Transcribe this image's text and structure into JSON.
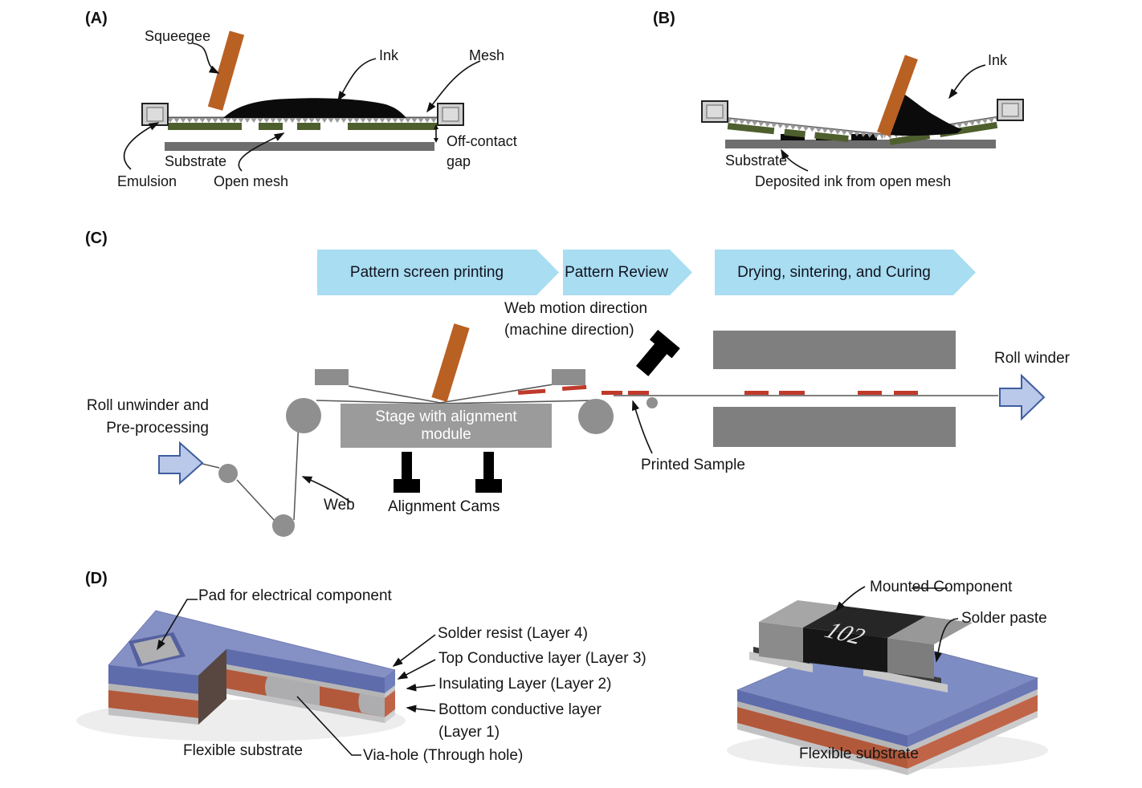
{
  "figure": {
    "panel_a": {
      "tag": "(A)",
      "labels": {
        "squeegee": "Squeegee",
        "ink": "Ink",
        "mesh": "Mesh",
        "substrate": "Substrate",
        "emulsion": "Emulsion",
        "open_mesh": "Open mesh",
        "off_contact_line1": "Off-contact",
        "off_contact_line2": "gap"
      }
    },
    "panel_b": {
      "tag": "(B)",
      "labels": {
        "ink": "Ink",
        "substrate": "Substrate",
        "deposited_ink": "Deposited ink from open mesh"
      }
    },
    "panel_c": {
      "tag": "(C)",
      "process_steps": [
        {
          "label": "Pattern screen printing"
        },
        {
          "label": "Pattern Review"
        },
        {
          "label": "Drying, sintering, and Curing"
        }
      ],
      "labels": {
        "web_motion_line1": "Web motion direction",
        "web_motion_line2": "(machine direction)",
        "roll_unwinder_line1": "Roll unwinder and",
        "roll_unwinder_line2": "Pre-processing",
        "stage_line1": "Stage with alignment",
        "stage_line2": "module",
        "web": "Web",
        "alignment_cams": "Alignment Cams",
        "printed_sample": "Printed Sample",
        "roll_winder": "Roll winder"
      }
    },
    "panel_d": {
      "tag": "(D)",
      "left_labels": {
        "pad": "Pad for electrical component",
        "solder_resist": "Solder resist (Layer 4)",
        "top_conductive": "Top Conductive layer (Layer 3)",
        "insulating": "Insulating Layer (Layer 2)",
        "bottom_conductive_line1": "Bottom conductive layer",
        "bottom_conductive_line2": "(Layer 1)",
        "flexible_substrate": "Flexible substrate",
        "via_hole": "Via-hole (Through hole)"
      },
      "right_labels": {
        "mounted_component": "Mounted Component",
        "solder_paste": "Solder paste",
        "flexible_substrate": "Flexible substrate",
        "chip_marking": "102"
      }
    },
    "colors": {
      "squeegee_orange": "#b96023",
      "emulsion_green": "#4e5f2e",
      "substrate_gray": "#6e6e6e",
      "process_arrow_blue": "#a8ddf2",
      "flow_arrow_fill": "#bac8e9",
      "flow_arrow_border": "#3f5e9e",
      "printed_sample_red": "#c0392b",
      "machine_gray": "#8f8f8f",
      "oven_gray": "#7f7f7f",
      "pcb_blue_top": "#8590c5",
      "pcb_blue_front": "#5e6cab",
      "pcb_orange": "#b2593c",
      "pcb_gray": "#b5b5b5"
    }
  }
}
